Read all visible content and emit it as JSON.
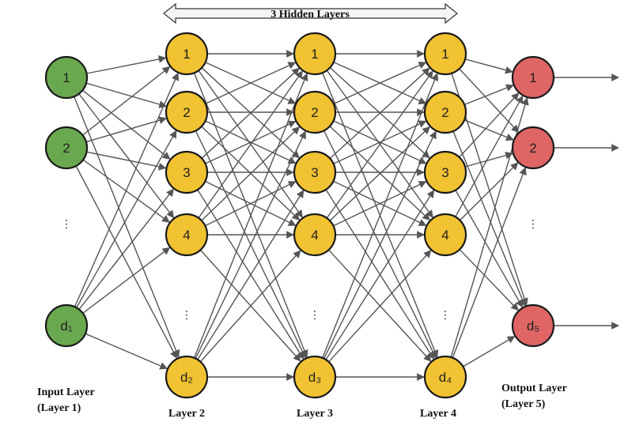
{
  "title": "3 Hidden Layers",
  "colors": {
    "input": "#6aa84f",
    "hidden": "#f1c232",
    "output": "#e06666",
    "edge": "#555555",
    "stroke": "#1a1a1a"
  },
  "layers": [
    {
      "id": "input",
      "type": "input",
      "label_lines": [
        "Input Layer",
        "(Layer 1)"
      ],
      "nodes": [
        {
          "text": "1"
        },
        {
          "text": "2"
        },
        {
          "text": "⋮",
          "ellipsis": true
        },
        {
          "text": "d₁"
        }
      ]
    },
    {
      "id": "layer2",
      "type": "hidden",
      "label_lines": [
        "Layer 2"
      ],
      "nodes": [
        {
          "text": "1"
        },
        {
          "text": "2"
        },
        {
          "text": "3"
        },
        {
          "text": "4"
        },
        {
          "text": "⋮",
          "ellipsis": true
        },
        {
          "text": "d₂"
        }
      ]
    },
    {
      "id": "layer3",
      "type": "hidden",
      "label_lines": [
        "Layer 3"
      ],
      "nodes": [
        {
          "text": "1"
        },
        {
          "text": "2"
        },
        {
          "text": "3"
        },
        {
          "text": "4"
        },
        {
          "text": "⋮",
          "ellipsis": true
        },
        {
          "text": "d₃"
        }
      ]
    },
    {
      "id": "layer4",
      "type": "hidden",
      "label_lines": [
        "Layer 4"
      ],
      "nodes": [
        {
          "text": "1"
        },
        {
          "text": "2"
        },
        {
          "text": "3"
        },
        {
          "text": "4"
        },
        {
          "text": "⋮",
          "ellipsis": true
        },
        {
          "text": "d₄"
        }
      ]
    },
    {
      "id": "output",
      "type": "output",
      "label_lines": [
        "Output Layer",
        "(Layer 5)"
      ],
      "nodes": [
        {
          "text": "1"
        },
        {
          "text": "2"
        },
        {
          "text": "⋮",
          "ellipsis": true
        },
        {
          "text": "d₅"
        }
      ]
    }
  ]
}
